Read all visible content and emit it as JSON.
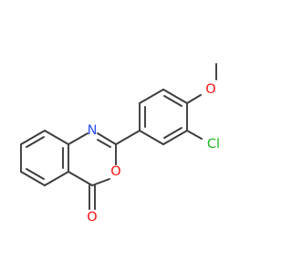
{
  "molecule": {
    "atoms": {
      "N": "N",
      "O_ring": "O",
      "O_carbonyl": "O",
      "O_methoxy": "O",
      "Cl": "Cl"
    },
    "colors": {
      "bond": "#3c3c3c",
      "N": "#3050f8",
      "O": "#ff0d0d",
      "Cl": "#1fb81f"
    }
  }
}
